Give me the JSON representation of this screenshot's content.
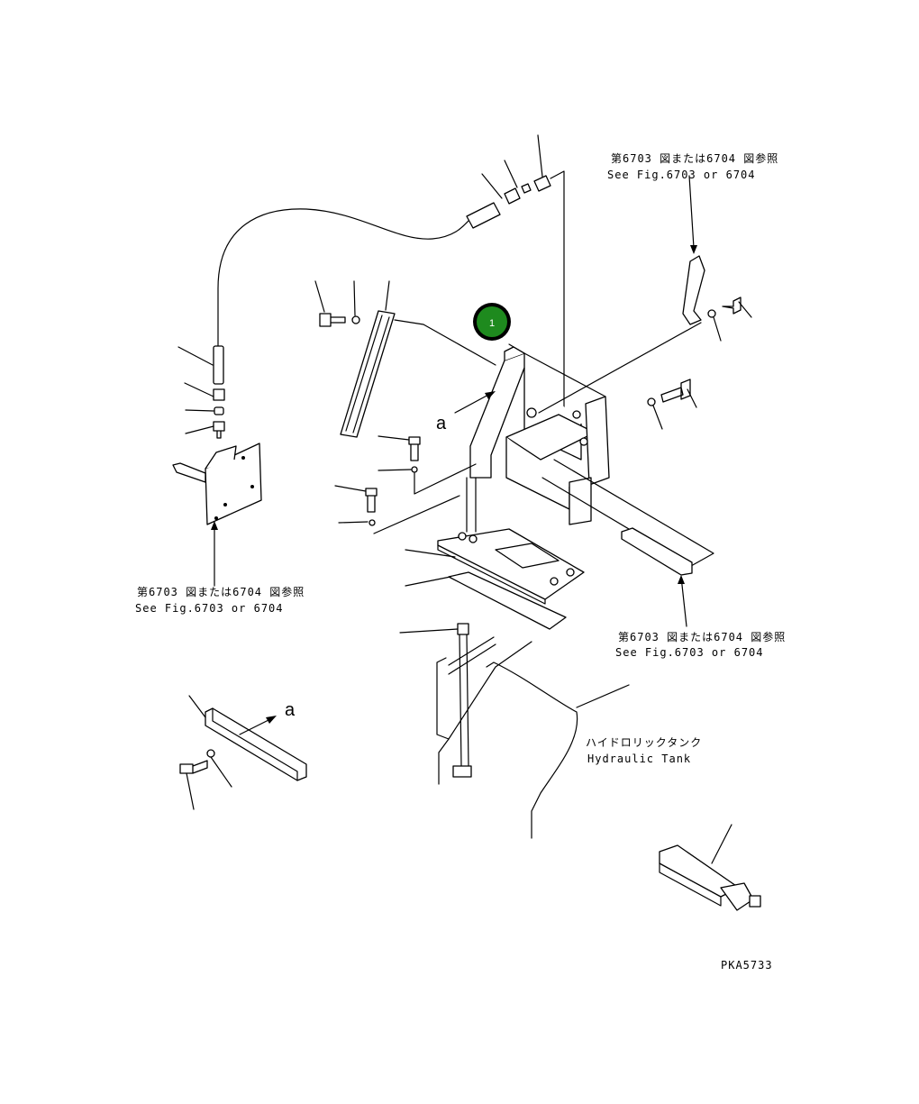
{
  "callouts": {
    "ref_top_jp": "第6703 図または6704 図参照",
    "ref_top_en": "See Fig.6703 or 6704",
    "ref_left_jp": "第6703 図または6704 図参照",
    "ref_left_en": "See Fig.6703 or 6704",
    "ref_right_jp": "第6703 図または6704 図参照",
    "ref_right_en": "See Fig.6703 or 6704",
    "tank_jp": "ハイドロリックタンク",
    "tank_en": "Hydraulic Tank",
    "view_mark_1": "a",
    "view_mark_2": "a",
    "drawing_code": "PKA5733"
  },
  "badge": {
    "label": "1",
    "color": "#1e8a1e"
  }
}
